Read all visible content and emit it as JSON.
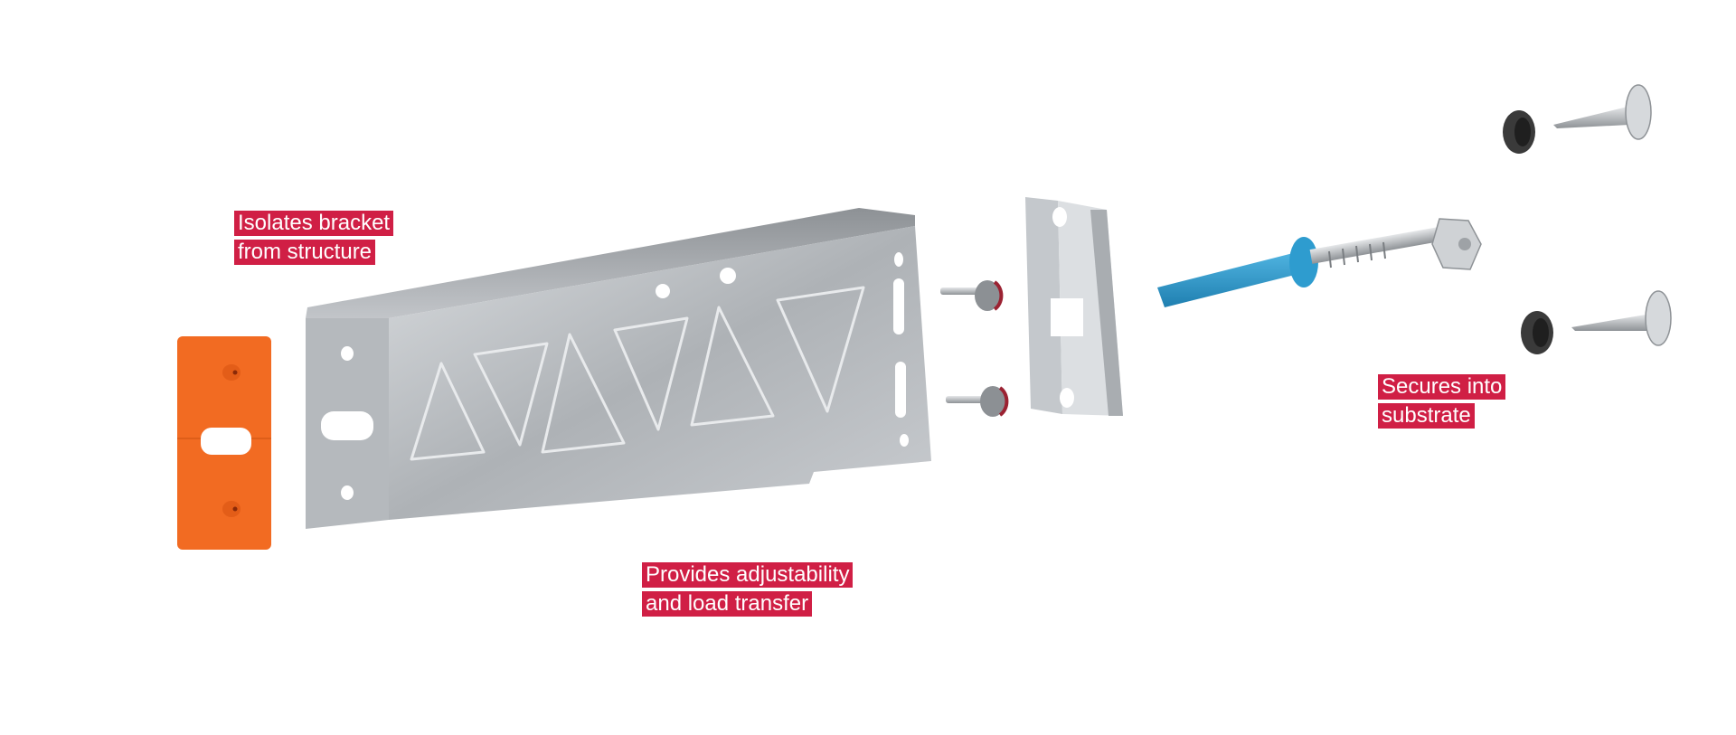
{
  "diagram": {
    "type": "exploded-view",
    "components": [
      {
        "id": "isolator-pad",
        "name": "Orange thermal isolator pad",
        "color": "#f26b22"
      },
      {
        "id": "bracket",
        "name": "Galvanized steel L-bracket with triangular cut-outs",
        "color": "#b8bcc0"
      },
      {
        "id": "rivets",
        "name": "Two rivets with red sealing washers",
        "color": "#9a9ea2"
      },
      {
        "id": "slide-plate",
        "name": "Adjustable slide plate",
        "color": "#c4c8cc"
      },
      {
        "id": "anchor",
        "name": "Blue plastic plug with hex-head screw",
        "color": "#2e9ccf"
      },
      {
        "id": "screws",
        "name": "Two self-drilling screws with black caps",
        "color": "#3a3a3a"
      }
    ],
    "labels": [
      {
        "id": "isolator",
        "lines": [
          "Isolates bracket",
          "from structure"
        ]
      },
      {
        "id": "bracket",
        "lines": [
          "Provides adjustability",
          "and load transfer"
        ]
      },
      {
        "id": "anchor",
        "lines": [
          "Secures into",
          "substrate"
        ]
      }
    ],
    "label_color": "#d01f45",
    "label_text_color": "#ffffff"
  }
}
